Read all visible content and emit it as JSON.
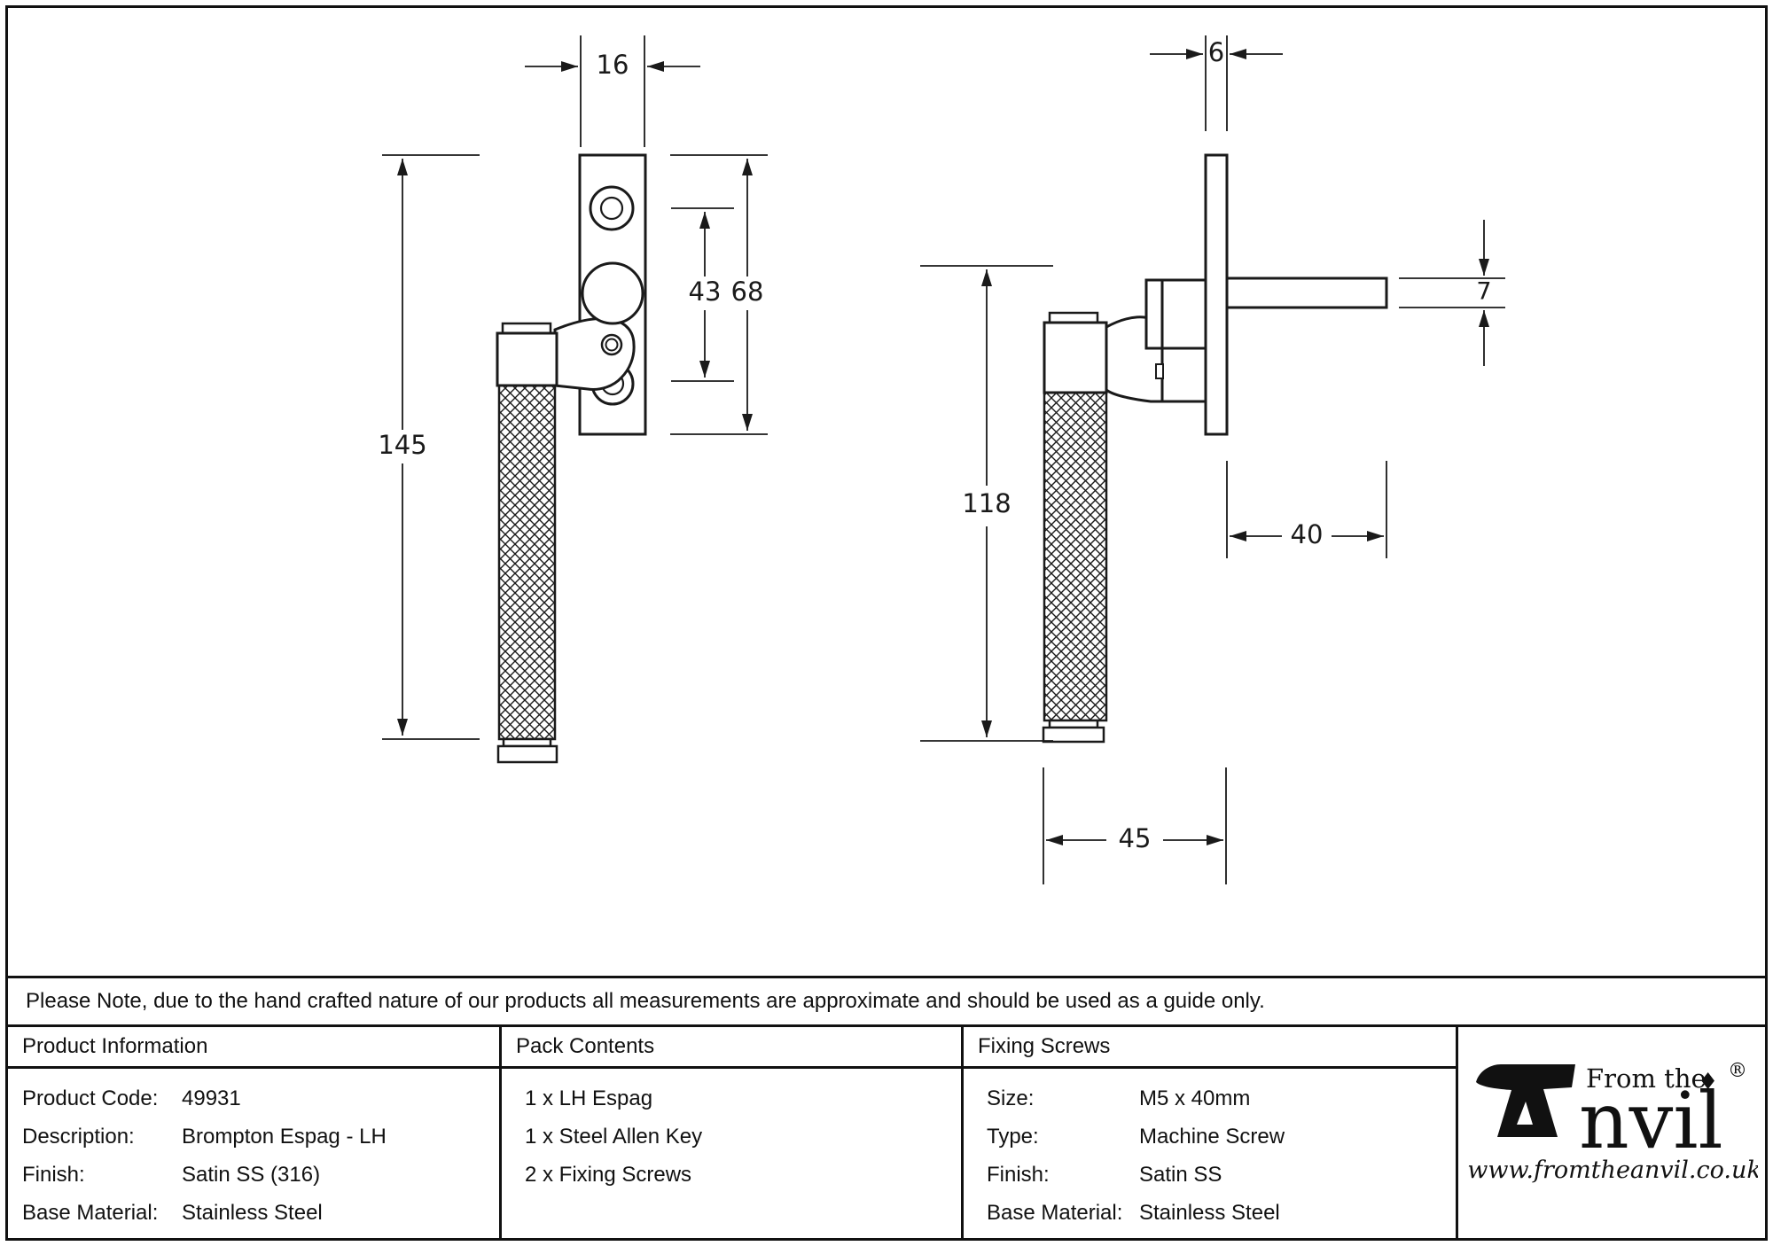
{
  "page": {
    "note": "Please Note, due to the hand crafted nature of our products all measurements are approximate and should be used as a guide only."
  },
  "drawing": {
    "front_view": {
      "dims": {
        "plate_width": "16",
        "overall_length": "145",
        "hole_spacing": "43",
        "plate_height": "68"
      }
    },
    "side_view": {
      "dims": {
        "plate_thickness": "6",
        "spindle_size": "7",
        "spindle_length": "40",
        "handle_length": "118",
        "projection": "45"
      }
    }
  },
  "table": {
    "product_info": {
      "header": "Product Information",
      "rows": [
        {
          "label": "Product Code:",
          "value": "49931"
        },
        {
          "label": "Description:",
          "value": "Brompton Espag - LH"
        },
        {
          "label": "Finish:",
          "value": "Satin SS (316)"
        },
        {
          "label": "Base Material:",
          "value": "Stainless Steel"
        }
      ]
    },
    "pack_contents": {
      "header": "Pack Contents",
      "items": [
        "1 x LH Espag",
        "1 x Steel Allen Key",
        "2 x Fixing Screws"
      ]
    },
    "fixing_screws": {
      "header": "Fixing Screws",
      "rows": [
        {
          "label": "Size:",
          "value": "M5 x 40mm"
        },
        {
          "label": "Type:",
          "value": "Machine Screw"
        },
        {
          "label": "Finish:",
          "value": "Satin SS"
        },
        {
          "label": "Base Material:",
          "value": "Stainless Steel"
        }
      ]
    },
    "logo": {
      "tagline": "From the",
      "diamond": "♦",
      "name_rest": "nvil",
      "registered": "®",
      "url": "www.fromtheanvil.co.uk"
    }
  }
}
